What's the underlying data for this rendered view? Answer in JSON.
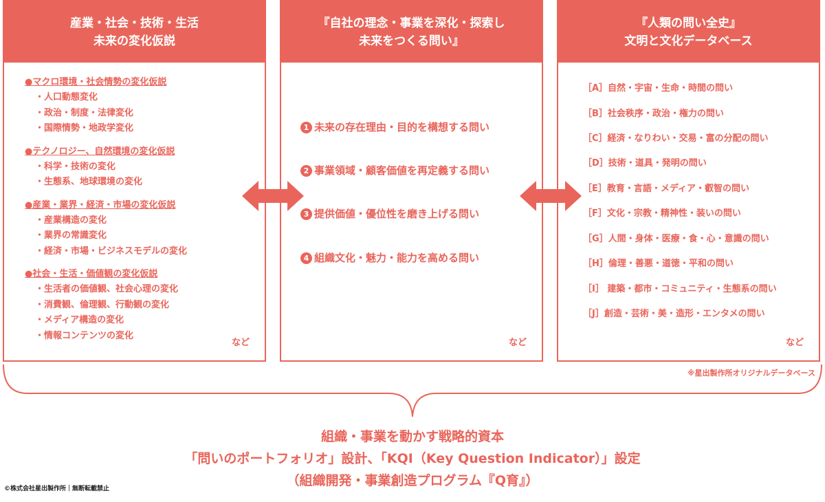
{
  "panels": [
    {
      "title_lines": [
        "産業・社会・技術・生活",
        "未来の変化仮説"
      ],
      "groups": [
        {
          "heading": "●マクロ環境・社会情勢の変化仮説",
          "items": [
            "・人口動態変化",
            "・政治・制度・法律変化",
            "・国際情勢・地政学変化"
          ]
        },
        {
          "heading": "●テクノロジー、自然環境の変化仮説",
          "items": [
            "・科学・技術の変化",
            "・生態系、地球環境の変化"
          ]
        },
        {
          "heading": "●産業・業界・経済・市場の変化仮説",
          "items": [
            "・産業構造の変化",
            "・業界の常識変化",
            "・経済・市場・ビジネスモデルの変化"
          ]
        },
        {
          "heading": "●社会・生活・価値観の変化仮説",
          "items": [
            "・生活者の価値観、社会心理の変化",
            "・消費観、倫理観、行動観の変化",
            "・メディア構造の変化",
            "・情報コンテンツの変化"
          ]
        }
      ],
      "more": "など"
    },
    {
      "title_lines": [
        "『自社の理念・事業を深化・探索し",
        "未来をつくる問い』"
      ],
      "questions": [
        {
          "num": "1",
          "text": "未来の存在理由・目的を構想する問い"
        },
        {
          "num": "2",
          "text": "事業領域・顧客価値を再定義する問い"
        },
        {
          "num": "3",
          "text": "提供価値・優位性を磨き上げる問い"
        },
        {
          "num": "4",
          "text": "組織文化・魅力・能力を高める問い"
        }
      ],
      "more": "など"
    },
    {
      "title_lines": [
        "『人類の問い全史』",
        "文明と文化データベース"
      ],
      "items": [
        "［A］自然・宇宙・生命・時間の問い",
        "［B］社会秩序・政治・権力の問い",
        "［C］経済・なりわい・交易・富の分配の問い",
        "［D］技術・道具・発明の問い",
        "［E］教育・言語・メディア・叡智の問い",
        "［F］文化・宗教・精神性・装いの問い",
        "［G］人間・身体・医療・食・心・意識の問い",
        "［H］倫理・善悪・道徳・平和の問い",
        "［I］ 建築・都市・コミュニティ・生態系の問い",
        "［J］創造・芸術・美・造形・エンタメの問い"
      ],
      "more": "など"
    }
  ],
  "note": "※星出製作所オリジナルデータベース",
  "summary_lines": [
    "組織・事業を動かす戦略的資本",
    "「問いのポートフォリオ」設計、「KQI（Key Question Indicator）」設定",
    "（組織開発・事業創造プログラム『Q育』）"
  ],
  "copyright": "©株式会社星出製作所｜無断転載禁止",
  "colors": {
    "accent": "#e9655b"
  }
}
